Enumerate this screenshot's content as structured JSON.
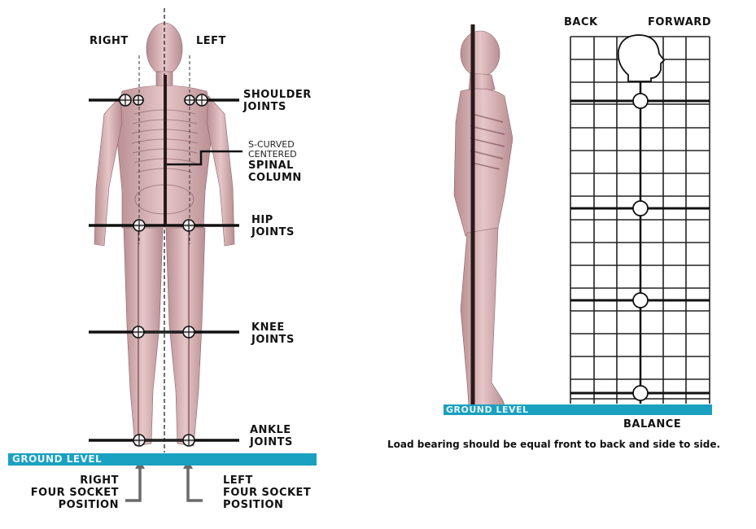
{
  "front_view": {
    "side_labels": {
      "right": "RIGHT",
      "left": "LEFT"
    },
    "joints": [
      {
        "id": "shoulder",
        "line1": "SHOULDER",
        "line2": "JOINTS"
      },
      {
        "id": "hip",
        "line1": "HIP",
        "line2": "JOINTS"
      },
      {
        "id": "knee",
        "line1": "KNEE",
        "line2": "JOINTS"
      },
      {
        "id": "ankle",
        "line1": "ANKLE",
        "line2": "JOINTS"
      }
    ],
    "spine": {
      "line1": "S-CURVED",
      "line2": "CENTERED",
      "line3": "SPINAL",
      "line4": "COLUMN"
    },
    "ground_label": "GROUND LEVEL",
    "sockets": {
      "right": {
        "line1": "RIGHT",
        "line2": "FOUR SOCKET",
        "line3": "POSITION"
      },
      "left": {
        "line1": "LEFT",
        "line2": "FOUR SOCKET",
        "line3": "POSITION"
      }
    }
  },
  "side_view": {
    "grid_labels": {
      "back": "BACK",
      "forward": "FORWARD"
    },
    "ground_label": "GROUND LEVEL",
    "balance_label": "BALANCE",
    "caption": "Load bearing should be equal front to back and side to side."
  },
  "colors": {
    "ground_bar": "#1aa0c0",
    "plumb_line": "#2a1a1a",
    "body": "#d9b2b4"
  }
}
